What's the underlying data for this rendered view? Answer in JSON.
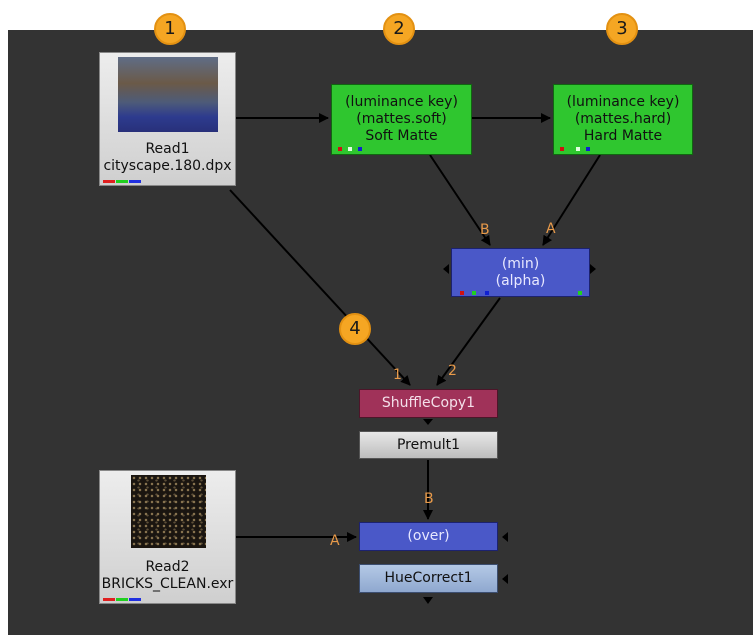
{
  "badges": [
    "1",
    "2",
    "3",
    "4"
  ],
  "nodes": {
    "read1": {
      "line1": "Read1",
      "line2": "cityscape.180.dpx"
    },
    "soft_matte": {
      "line1": "(luminance key)",
      "line2": "(mattes.soft)",
      "line3": "Soft Matte"
    },
    "hard_matte": {
      "line1": "(luminance key)",
      "line2": "(mattes.hard)",
      "line3": "Hard Matte"
    },
    "min": {
      "line1": "(min)",
      "line2": "(alpha)"
    },
    "shufflecopy": {
      "label": "ShuffleCopy1"
    },
    "premult": {
      "label": "Premult1"
    },
    "read2": {
      "line1": "Read2",
      "line2": "BRICKS_CLEAN.exr"
    },
    "over": {
      "label": "(over)"
    },
    "huecorrect": {
      "label": "HueCorrect1"
    }
  },
  "input_labels": {
    "min_b": "B",
    "min_a": "A",
    "shuffle_1": "1",
    "shuffle_2": "2",
    "over_b": "B",
    "over_a": "A"
  },
  "colors": {
    "canvas": "#333333",
    "badge": "#f5a623",
    "keyer": "#2fc62f",
    "merge": "#4a58c8",
    "shuffle": "#a03259",
    "input_label": "#e89a4a"
  }
}
